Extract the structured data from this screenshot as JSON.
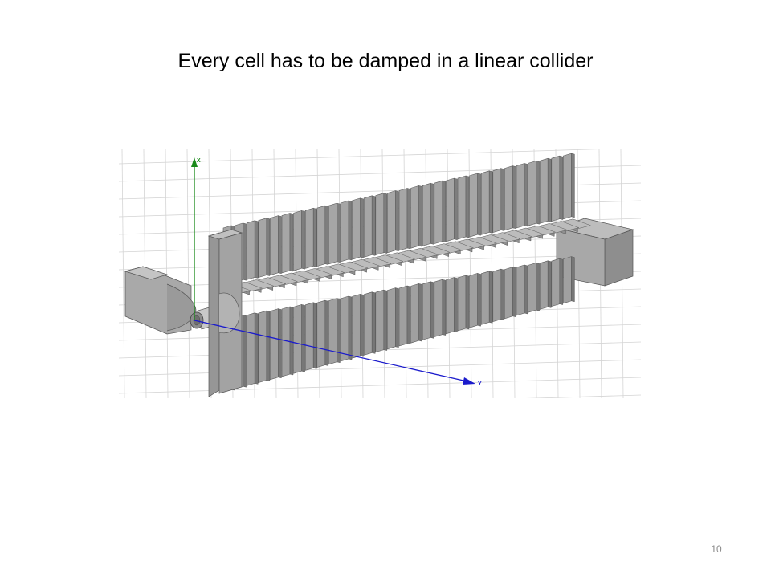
{
  "slide": {
    "title": "Every cell has to be damped in a linear collider",
    "page_number": "10"
  },
  "figure": {
    "axes": {
      "x_label": "X",
      "y_label": "Y",
      "x_color": "#1a8a1a",
      "y_color": "#1a1acc"
    },
    "structure_color": "#a6a6a6",
    "grid_color": "#d4d4d4",
    "cell_count": 30
  }
}
